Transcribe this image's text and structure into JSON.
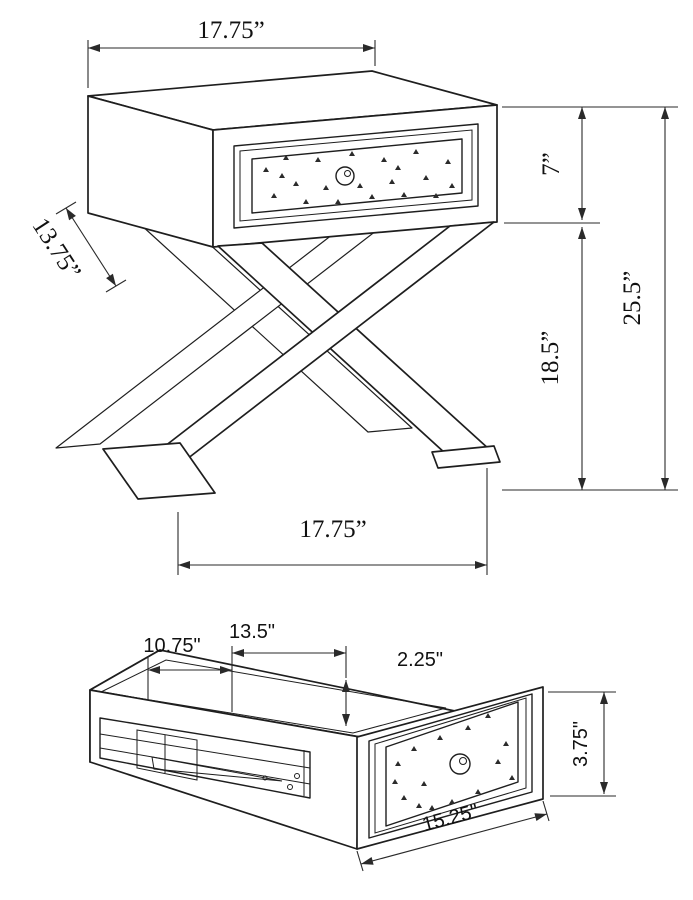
{
  "top_view": {
    "dims": {
      "width_top": "17.75”",
      "height_case": "7”",
      "height_overall": "25.5”",
      "height_legs": "18.5”",
      "depth": "13.75”",
      "width_base": "17.75”"
    }
  },
  "drawer_view": {
    "dims": {
      "width_opening": "13.5\"",
      "width_left": "10.75\"",
      "depth_inner": "2.25\"",
      "height_front": "3.75\"",
      "width_front": "15.25\""
    }
  },
  "colors": {
    "line": "#1e1e1e",
    "background": "#ffffff",
    "speckle": "#2b2b2b"
  }
}
